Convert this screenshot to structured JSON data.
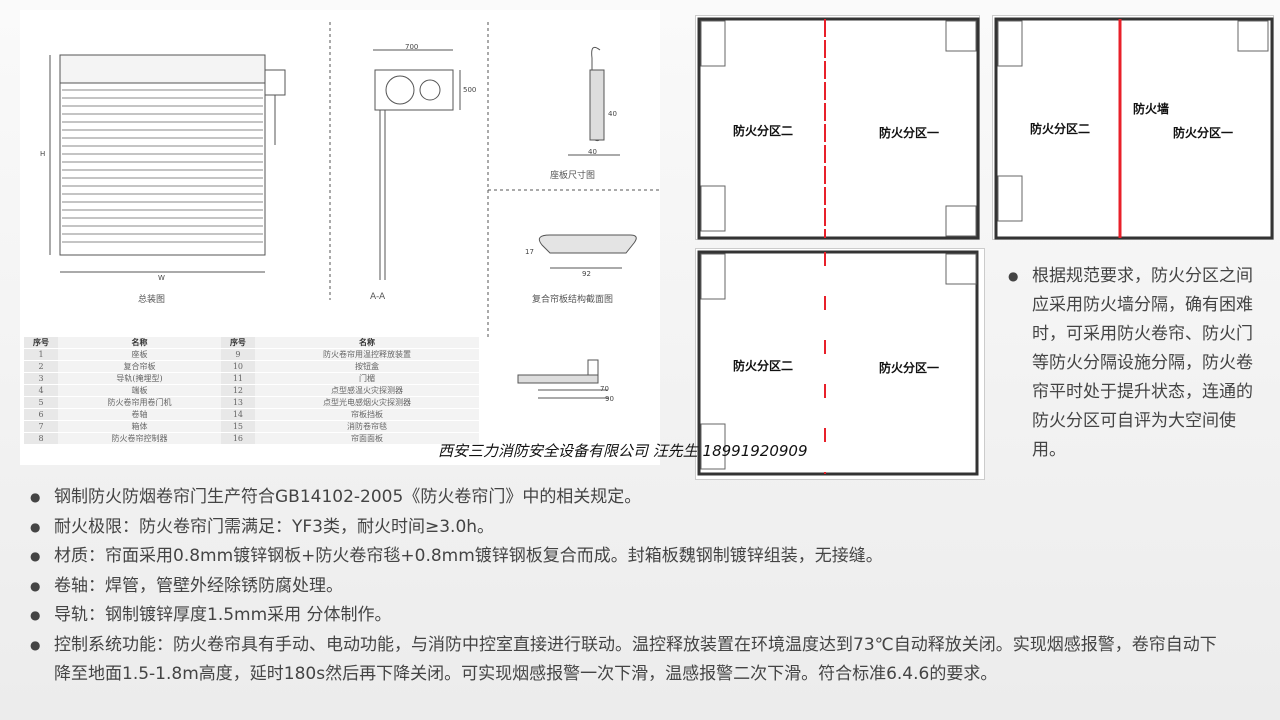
{
  "drawings": {
    "captions": {
      "assembly": "总装图",
      "section": "A-A",
      "seat": "座板尺寸图",
      "composite": "复合帘板结构截面图"
    },
    "dims": {
      "d700": "700",
      "d500": "500",
      "d40a": "40",
      "d40b": "40",
      "d92": "92",
      "d17": "17",
      "d70": "70",
      "d90": "90",
      "W": "W",
      "H": "H"
    }
  },
  "parts_table": {
    "headers": {
      "no": "序号",
      "name": "名称"
    },
    "left": [
      [
        "1",
        "座板"
      ],
      [
        "2",
        "复合帘板"
      ],
      [
        "3",
        "导轨(掩埋型)"
      ],
      [
        "4",
        "端板"
      ],
      [
        "5",
        "防火卷帘用卷门机"
      ],
      [
        "6",
        "卷轴"
      ],
      [
        "7",
        "箱体"
      ],
      [
        "8",
        "防火卷帘控制器"
      ]
    ],
    "right": [
      [
        "9",
        "防火卷帘用温控释放装置"
      ],
      [
        "10",
        "按钮盒"
      ],
      [
        "11",
        "门楣"
      ],
      [
        "12",
        "点型感温火灾探测器"
      ],
      [
        "13",
        "点型光电感烟火灾探测器"
      ],
      [
        "14",
        "帘板挡板"
      ],
      [
        "15",
        "消防卷帘毯"
      ],
      [
        "16",
        "帘面面板"
      ]
    ]
  },
  "watermark": "西安三力消防安全设备有限公司  汪先生 18991920909",
  "plans": {
    "zone2": "防火分区二",
    "zone1": "防火分区一",
    "firewall": "防火墙",
    "accent": "#e8202a"
  },
  "side_note": "根据规范要求，防火分区之间应采用防火墙分隔，确有困难时，可采用防火卷帘、防火门等防火分隔设施分隔，防火卷帘平时处于提升状态，连通的防火分区可自评为大空间使用。",
  "bullets": [
    "钢制防火防烟卷帘门生产符合GB14102-2005《防火卷帘门》中的相关规定。",
    "耐火极限：防火卷帘门需满足：YF3类，耐火时间≥3.0h。",
    "材质：帘面采用0.8mm镀锌钢板+防火卷帘毯+0.8mm镀锌钢板复合而成。封箱板魏钢制镀锌组装，无接缝。",
    "卷轴：焊管，管壁外经除锈防腐处理。",
    "导轨：钢制镀锌厚度1.5mm采用 分体制作。",
    "控制系统功能：防火卷帘具有手动、电动功能，与消防中控室直接进行联动。温控释放装置在环境温度达到73℃自动释放关闭。实现烟感报警，卷帘自动下降至地面1.5-1.8m高度，延时180s然后再下降关闭。可实现烟感报警一次下滑，温感报警二次下滑。符合标准6.4.6的要求。"
  ],
  "bullet_glyph": "●"
}
